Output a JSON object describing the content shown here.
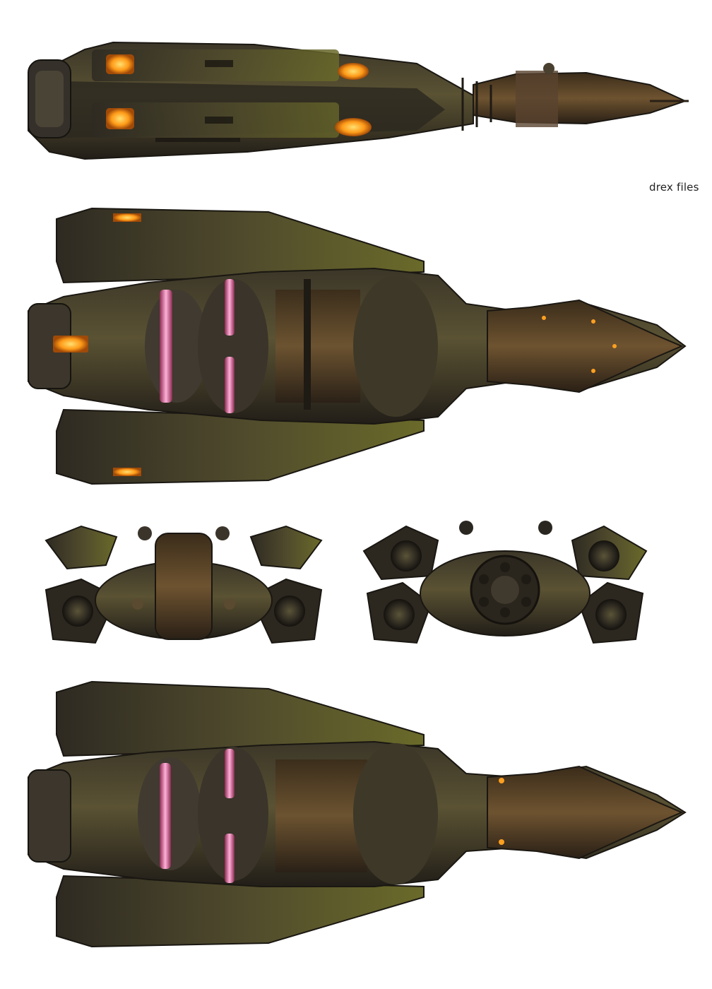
{
  "credit": "drex files",
  "palette": {
    "hull_dark": "#2a2620",
    "hull_mid": "#4a4334",
    "hull_olive": "#5b5a2e",
    "rust": "#6b4a22",
    "glow_orange": "#ffa020",
    "glow_pink": "#ff7ab8"
  },
  "views": [
    "side",
    "top",
    "front",
    "rear",
    "bottom"
  ]
}
